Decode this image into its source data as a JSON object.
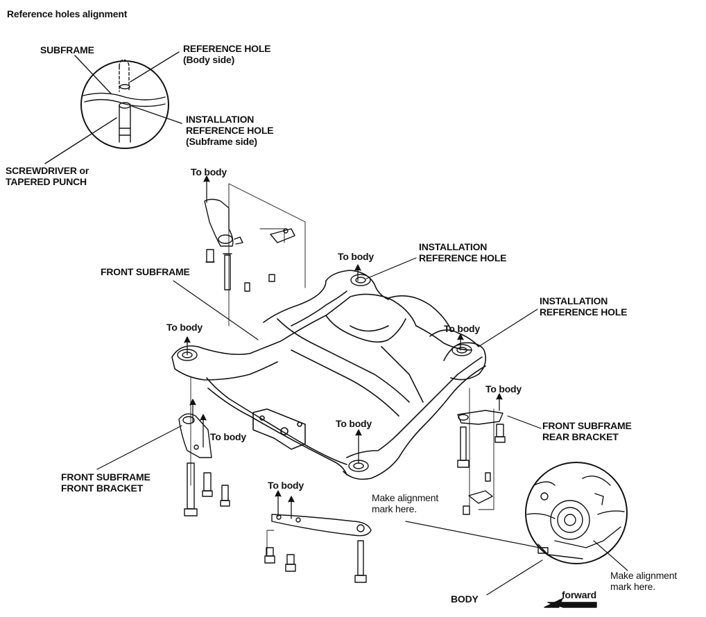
{
  "title": "Reference holes alignment",
  "inset_labels": {
    "subframe": "SUBFRAME",
    "reference_hole": "REFERENCE HOLE",
    "reference_hole_sub": "(Body side)",
    "install_ref_hole_l1": "INSTALLATION",
    "install_ref_hole_l2": "REFERENCE HOLE",
    "install_ref_hole_l3": "(Subframe side)",
    "screwdriver_l1": "SCREWDRIVER or",
    "screwdriver_l2": "TAPERED PUNCH"
  },
  "main_labels": {
    "to_body": "To body",
    "front_subframe": "FRONT SUBFRAME",
    "install_ref_l1": "INSTALLATION",
    "install_ref_l2": "REFERENCE HOLE",
    "front_bracket_l1": "FRONT SUBFRAME",
    "front_bracket_l2": "FRONT BRACKET",
    "rear_bracket_l1": "FRONT SUBFRAME",
    "rear_bracket_l2": "REAR BRACKET",
    "align_mark_l1": "Make alignment",
    "align_mark_l2": "mark here.",
    "body": "BODY",
    "forward": "forward"
  }
}
